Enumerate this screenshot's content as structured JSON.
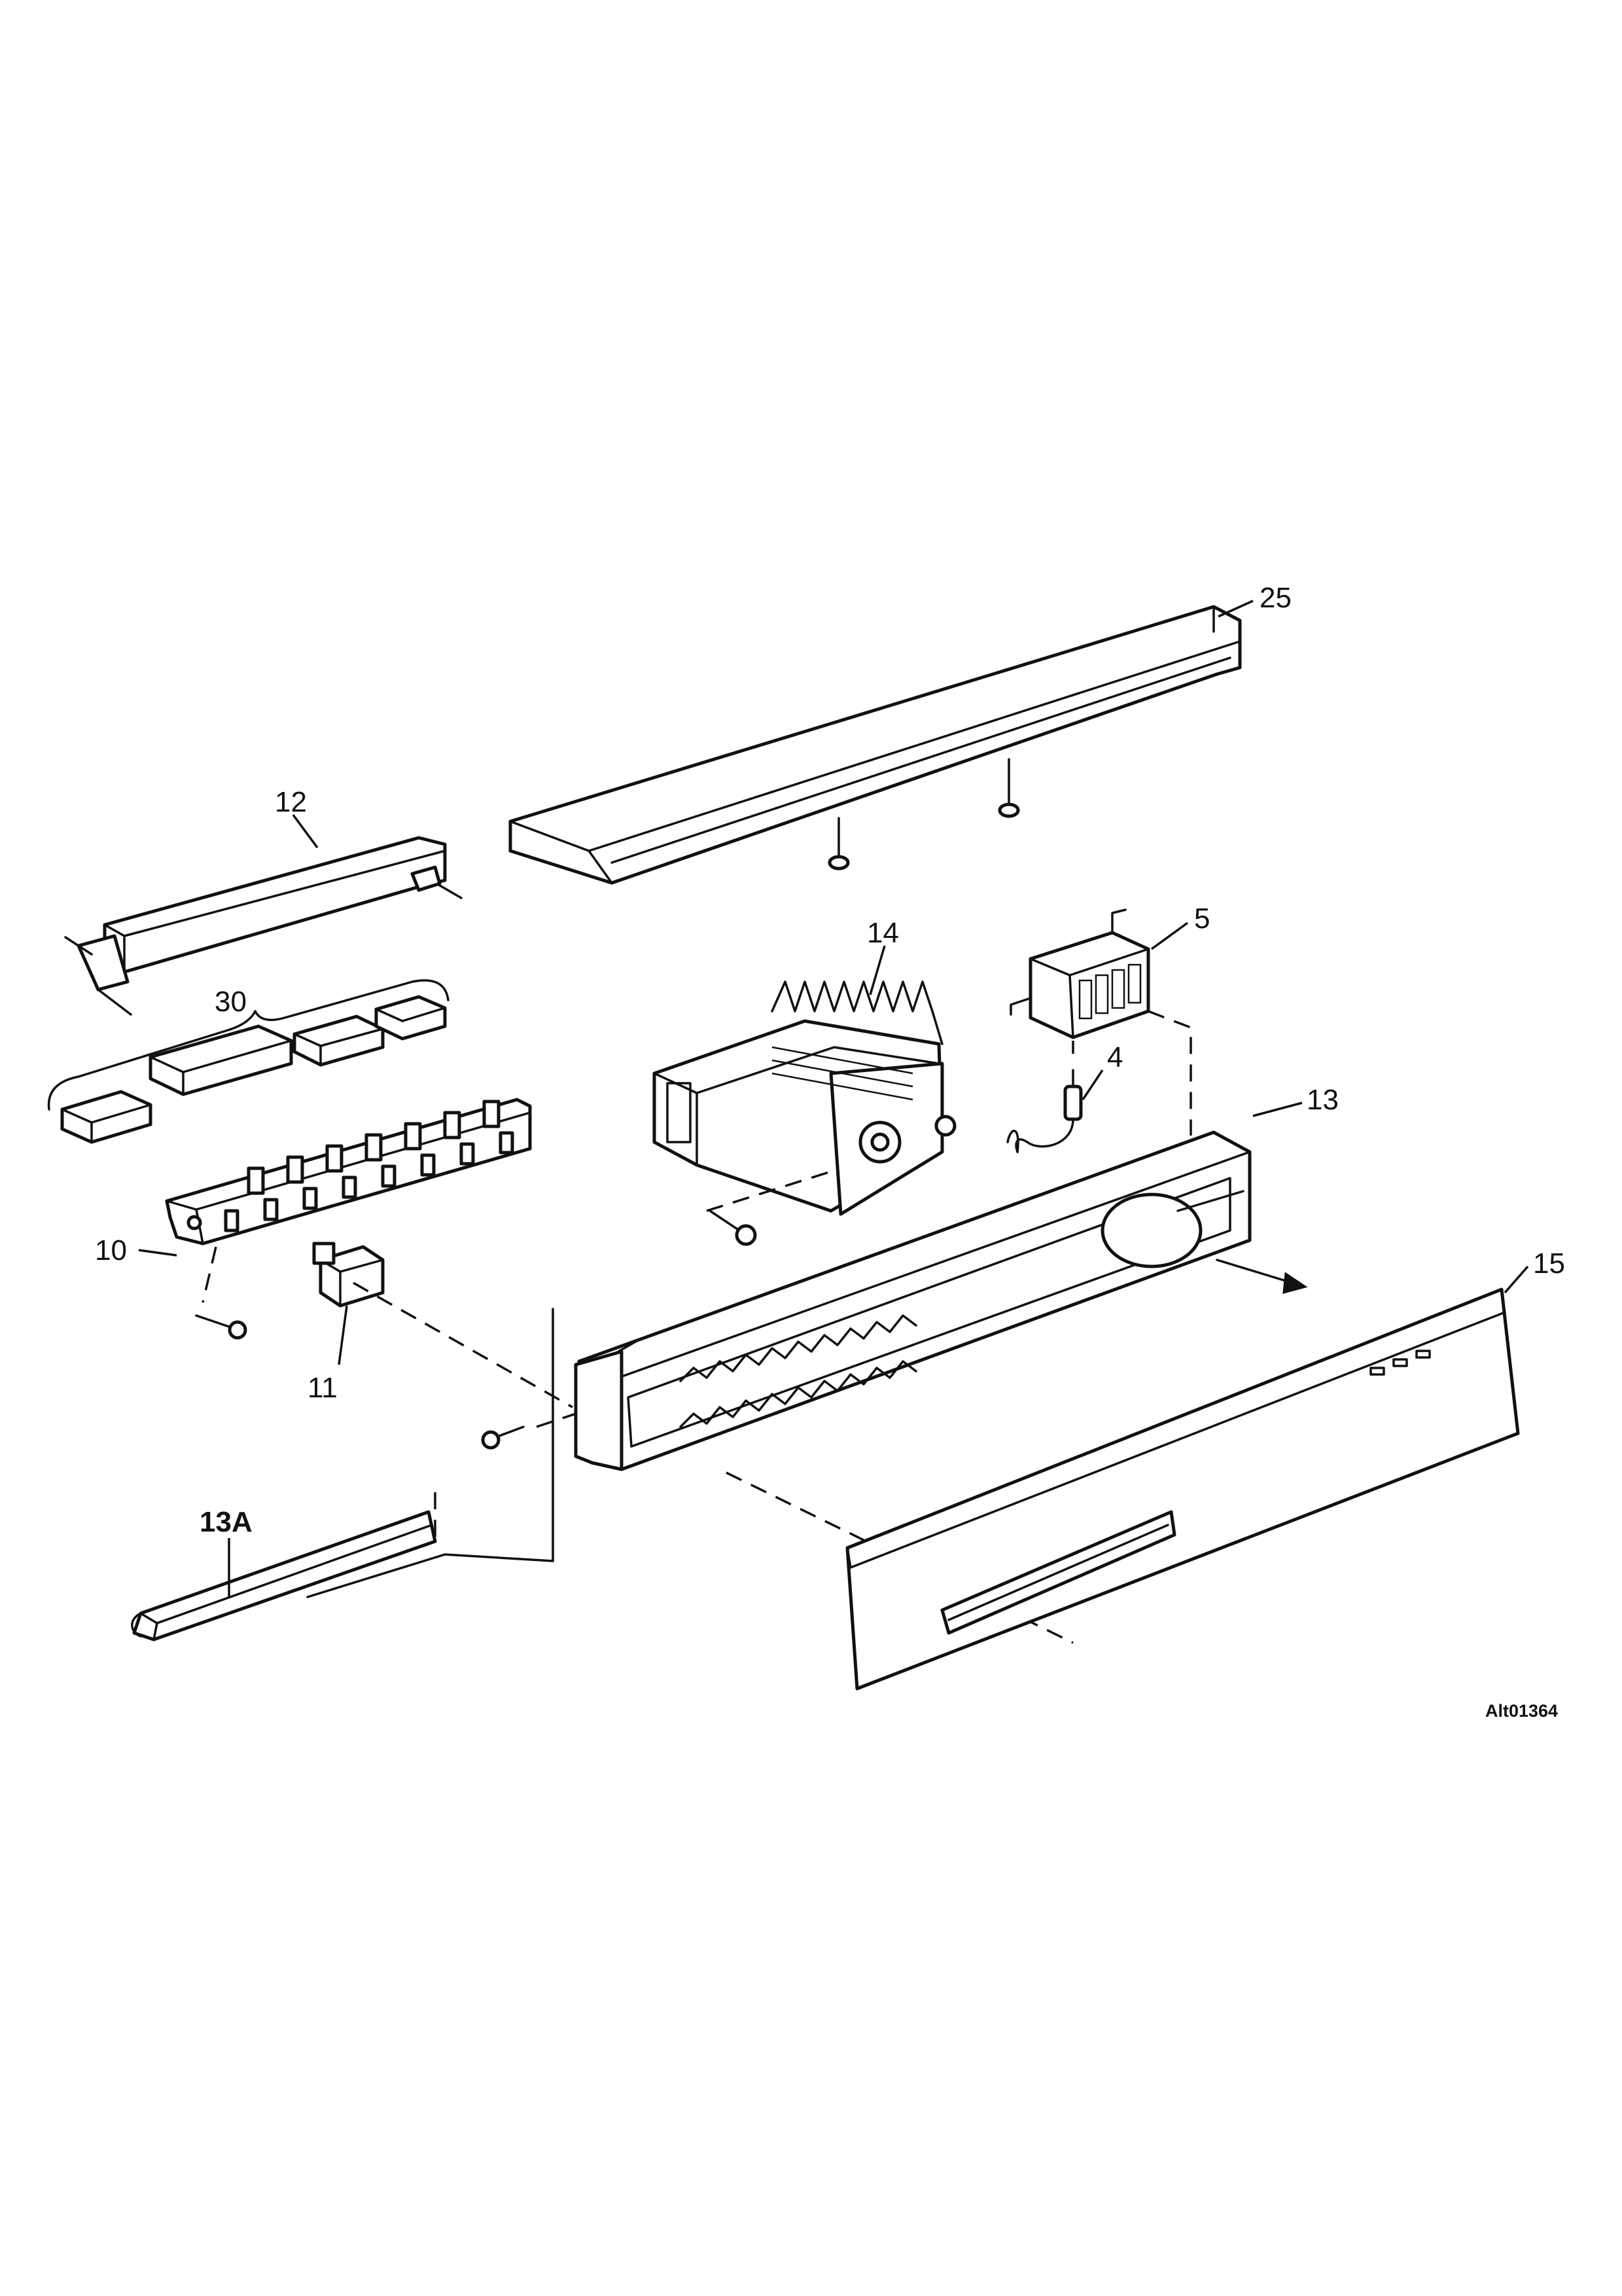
{
  "labels": {
    "p25": "25",
    "p12": "12",
    "p14": "14",
    "p5": "5",
    "p30": "30",
    "p4": "4",
    "p13": "13",
    "p10": "10",
    "p15": "15",
    "p11": "11",
    "p13A": "13A"
  },
  "drawing_code": "Alt01364"
}
